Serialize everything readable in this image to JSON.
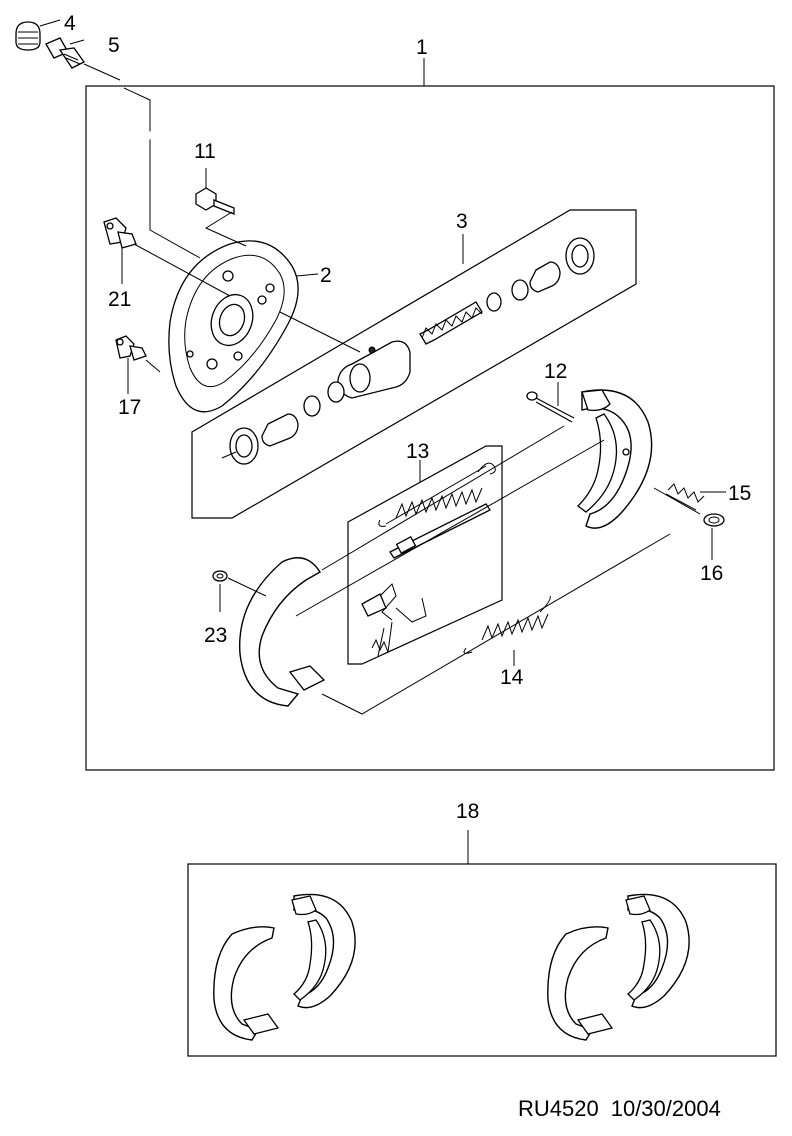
{
  "callouts": {
    "c1": "1",
    "c2": "2",
    "c3": "3",
    "c4": "4",
    "c5": "5",
    "c11": "11",
    "c12": "12",
    "c13": "13",
    "c14": "14",
    "c15": "15",
    "c16": "16",
    "c17": "17",
    "c18": "18",
    "c21": "21",
    "c23": "23"
  },
  "footer": {
    "drawing_code": "RU4520",
    "date": "10/30/2004"
  }
}
